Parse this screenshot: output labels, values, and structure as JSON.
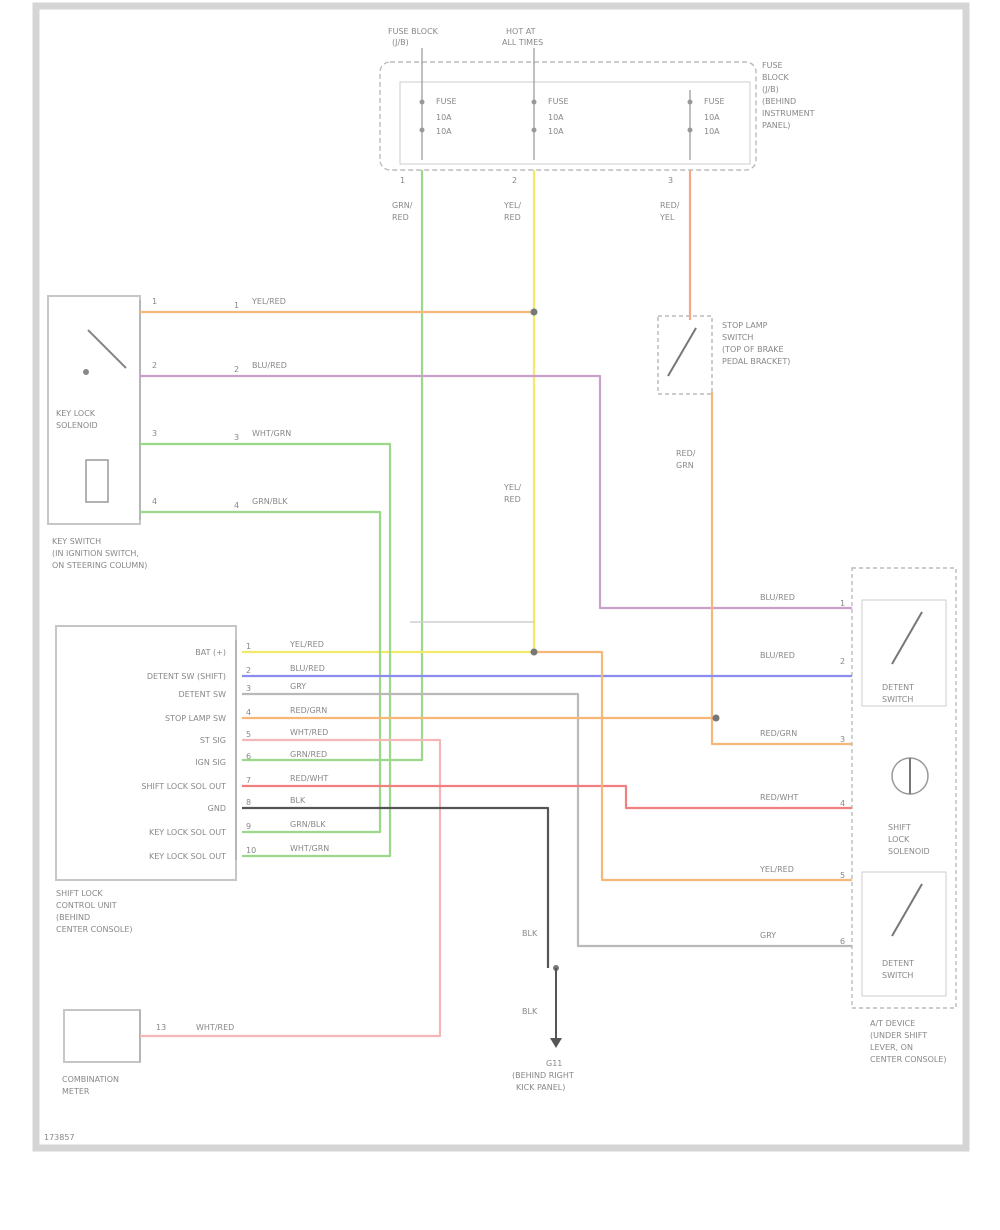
{
  "fuse_boxes": [
    {
      "top_label_1": "FUSE BLOCK",
      "top_label_2": "(J/B)",
      "fuse": "10A",
      "pin": "1"
    },
    {
      "top_label_1": "HOT AT",
      "top_label_2": "ALL TIMES",
      "fuse": "10A",
      "pin": "2"
    },
    {
      "top_label_1": "",
      "top_label_2": "",
      "fuse": "10A",
      "pin": "3"
    }
  ],
  "fuse_box_caption": [
    "FUSE",
    "BLOCK",
    "(J/B)",
    "(BEHIND",
    "INSTRUMENT",
    "PANEL)"
  ],
  "top_wires": [
    {
      "code": "GRN/",
      "color": "RED"
    },
    {
      "code": "YEL/",
      "color": "RED"
    },
    {
      "code": "RED/",
      "color": "YEL"
    }
  ],
  "key_switch": {
    "caption": [
      "KEY SWITCH",
      "(IN IGNITION SWITCH,",
      "ON STEERING COLUMN)"
    ],
    "box_label_1": "KEY LOCK",
    "box_label_2": "SOLENOID",
    "wires": [
      {
        "pin": "1",
        "code": "YEL/RED"
      },
      {
        "pin": "2",
        "code": "BLU/RED"
      },
      {
        "pin": "3",
        "code": "WHT/GRN"
      },
      {
        "pin": "4",
        "code": "GRN/BLK"
      }
    ]
  },
  "stop_lamp_switch": {
    "caption": [
      "STOP LAMP",
      "SWITCH",
      "(TOP OF BRAKE",
      "PEDAL BRACKET)"
    ],
    "wire_code": "RED/",
    "wire_color": "GRN"
  },
  "splice_wire": {
    "code": "YEL/",
    "color": "RED"
  },
  "shift_lock_unit": {
    "pins": [
      {
        "label": "BAT (+)",
        "wire": "YEL/RED"
      },
      {
        "label": "DETENT SW (SHIFT)",
        "wire": "BLU/RED"
      },
      {
        "label": "DETENT SW",
        "wire": "GRY"
      },
      {
        "label": "STOP LAMP SW",
        "wire": "RED/GRN"
      },
      {
        "label": "ST SIG",
        "wire": "WHT/RED"
      },
      {
        "label": "IGN SIG",
        "wire": "GRN/RED"
      },
      {
        "label": "SHIFT LOCK SOL OUT",
        "wire": "RED/WHT"
      },
      {
        "label": "GND",
        "wire": "BLK"
      },
      {
        "label": "KEY LOCK SOL OUT",
        "wire": "GRN/BLK"
      },
      {
        "label": "KEY LOCK SOL OUT",
        "wire": "WHT/GRN"
      }
    ],
    "caption": [
      "SHIFT LOCK",
      "CONTROL UNIT",
      "(BEHIND",
      "CENTER CONSOLE)"
    ]
  },
  "right_assembly": {
    "wires": [
      "BLU/RED",
      "BLU/RED",
      "RED/GRN",
      "RED/WHT",
      "YEL/RED",
      "GRY"
    ],
    "box1_caption": [
      "DETENT",
      "SWITCH"
    ],
    "solenoid_caption": [
      "SHIFT",
      "LOCK",
      "SOLENOID"
    ],
    "box2_caption": [
      "DETENT",
      "SWITCH"
    ],
    "caption": [
      "A/T DEVICE",
      "(UNDER SHIFT",
      "LEVER, ON",
      "CENTER CONSOLE)"
    ]
  },
  "ground": {
    "wire1": "BLK",
    "wire2": "BLK",
    "caption": [
      "G11",
      "(BEHIND RIGHT",
      "KICK PANEL)"
    ]
  },
  "combination_meter": {
    "caption": [
      "COMBINATION",
      "METER"
    ],
    "wire": "WHT/RED"
  },
  "footer_code": "173857",
  "colors": {
    "yellow": "#f2e86a",
    "orange": "#f5b878",
    "red_yel": "#f4a88a",
    "green": "#9bd889",
    "purple": "#c9a0c9",
    "blue": "#8b8bf0",
    "red": "#f08080",
    "pink": "#f3b7b7",
    "gray": "#b9b9b9",
    "black": "#555555"
  }
}
